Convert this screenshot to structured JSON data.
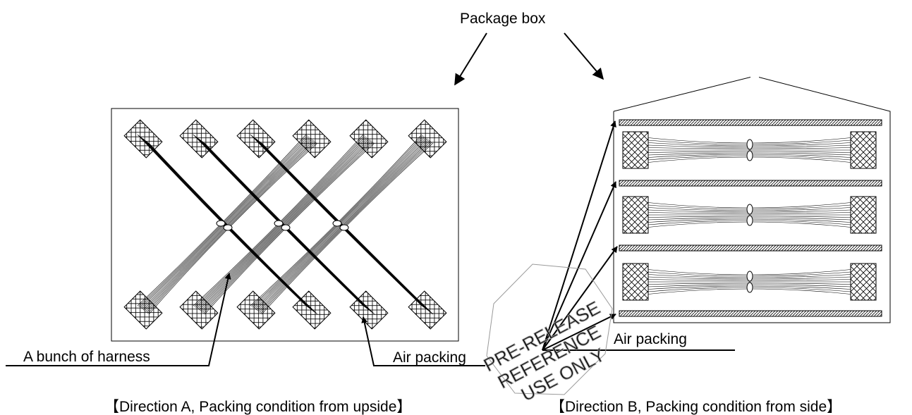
{
  "labels": {
    "package_box": "Package box",
    "harness_bunch": "A bunch of harness",
    "air_packing_a": "Air packing",
    "air_packing_b": "Air packing"
  },
  "captions": {
    "direction_a": "【Direction A, Packing condition from upside】",
    "direction_b": "【Direction B, Packing condition from side】"
  },
  "watermark": {
    "line1": "PRE-RELEASE",
    "line2": "REFERENCE",
    "line3": "USE ONLY"
  }
}
